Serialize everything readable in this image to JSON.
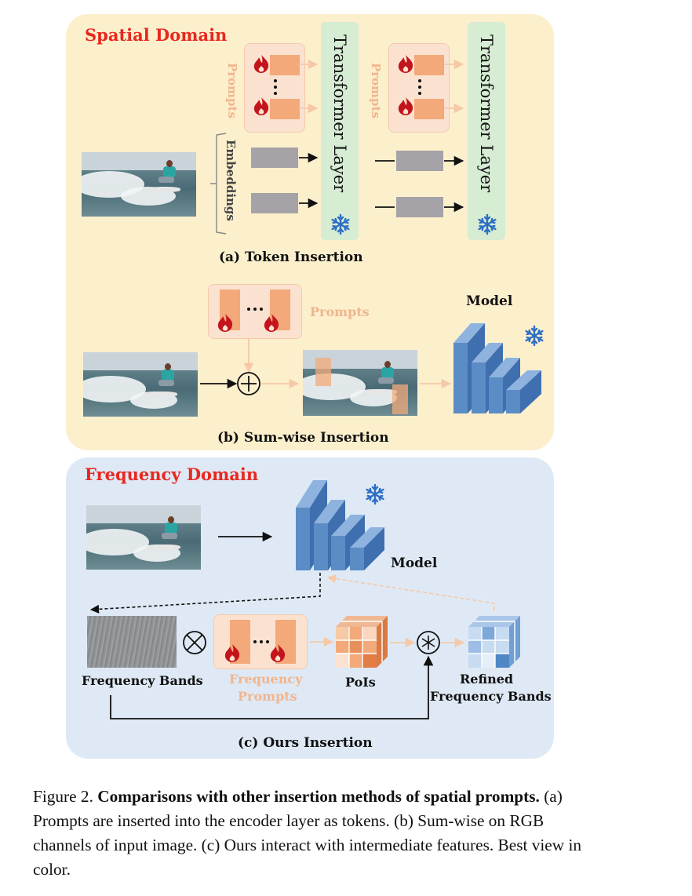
{
  "spatial": {
    "title": "Spatial Domain",
    "prompts_label": "Prompts",
    "embeddings_label": "Embeddings",
    "transformer_label": "Transformer Layer",
    "caption_a": "(a) Token Insertion",
    "prompts_label_b": "Prompts",
    "model_label": "Model",
    "caption_b": "(b) Sum-wise Insertion"
  },
  "frequency": {
    "title": "Frequency Domain",
    "model_label": "Model",
    "frequency_bands": "Frequency Bands",
    "frequency_prompts_l1": "Frequency",
    "frequency_prompts_l2": "Prompts",
    "pois": "PoIs",
    "refined_l1": "Refined",
    "refined_l2": "Frequency Bands",
    "caption_c": "(c) Ours Insertion"
  },
  "figure_caption": {
    "lead": "Figure 2.",
    "bold": "Comparisons with other insertion methods of spatial prompts.",
    "rest": "(a) Prompts are inserted into the encoder layer as tokens. (b) Sum-wise on RGB channels of input image. (c) Ours interact with intermediate features. Best view in color."
  },
  "colors": {
    "spatial_bg": "#fcefcc",
    "frequency_bg": "#dee9f5",
    "title_red": "#e8281f",
    "prompt_orange": "#f3a979",
    "transformer_green": "#d6ecd3",
    "model_blue": "#5b8cc6"
  },
  "icons": [
    "fire-icon",
    "snowflake-icon",
    "plus-circle-icon",
    "times-circle-icon",
    "asterisk-circle-icon"
  ]
}
